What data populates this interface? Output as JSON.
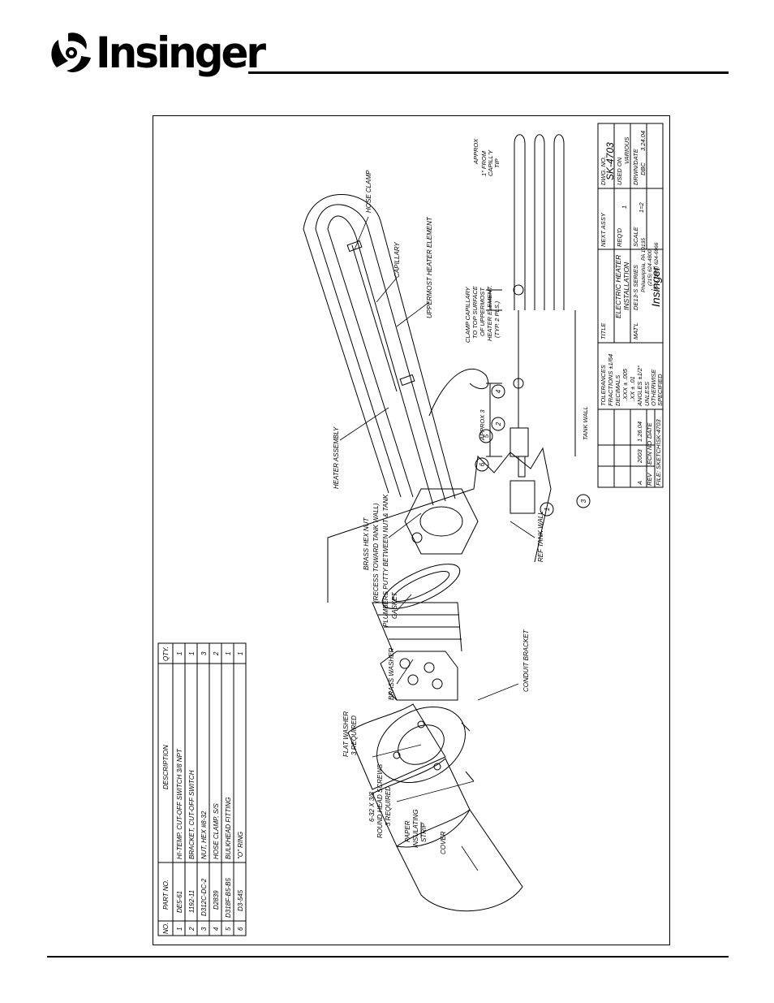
{
  "brand": {
    "name": "Insinger"
  },
  "parts_table": {
    "headers": [
      "NO.",
      "PART NO.",
      "DESCRIPTION",
      "QTY."
    ],
    "rows": [
      [
        "1",
        "DE5-61",
        "HI-TEMP. CUT-OFF SWITCH   3/8 NPT",
        "1"
      ],
      [
        "2",
        "1192-11",
        "BRACKET, CUT-OFF SWITCH",
        "1"
      ],
      [
        "3",
        "D312C-DC-2",
        "NUT, HEX  #8-32",
        "3"
      ],
      [
        "4",
        "D2839",
        "HOSE CLAMP, S/S",
        "2"
      ],
      [
        "5",
        "D318F-B5-B5",
        "BULKHEAD FITTING",
        "1"
      ],
      [
        "6",
        "D3-545",
        "\"O\" RING",
        "1"
      ]
    ]
  },
  "callouts": {
    "hose_clamp": "HOSE CLAMP",
    "capillary": "CAPILLARY",
    "uppermost_heater": "UPPERMOST HEATER ELEMENT",
    "heater_assembly": "HEATER ASSEMBLY",
    "brass_hex_nut_1": "BRASS HEX NUT",
    "brass_hex_nut_2": "(RECESS TOWARD TANK WALL)",
    "brass_hex_nut_3": "PLUMBERS PUTTY BETWEEN NUT & TANK",
    "gasket": "GASKET",
    "brass_washer": "BRASS WASHER",
    "ref_tank_wall": "REF TANK WALL",
    "conduit_bracket": "CONDUIT BRACKET",
    "flat_washer_1": "FLAT WASHER",
    "flat_washer_2": "3 REQUIRED",
    "screws_1": "6-32 X 3/8",
    "screws_2": "ROUND HEAD SCREWS",
    "screws_3": "3 REQUIRED",
    "paper_1": "PAPER",
    "paper_2": "INSULATING",
    "paper_3": "STRIP",
    "cover": "COVER",
    "approx": "APPROX",
    "approx_1in_1": "1\" FROM",
    "approx_1in_2": "CAPILL'Y",
    "approx_1in_3": "TIP",
    "clamp_cap_1": "CLAMP CAPILLARY",
    "clamp_cap_2": "TO TOP SURFACE",
    "clamp_cap_3": "OF UPPERMOST",
    "clamp_cap_4": "HEATER ELEMENT.",
    "clamp_cap_5": "(TYP. 2 PLS.)",
    "approx_3": "APPROX 3",
    "tank_wall": "TANK WALL",
    "balloons": [
      "1",
      "2",
      "3",
      "4",
      "5",
      "6"
    ]
  },
  "title_block": {
    "tolerances": "TOLERANCES",
    "fractions": "FRACTIONS ±1/64",
    "decimals": "DECIMALS",
    "xxx": ".XXX ± .005",
    "xx": ".XX ± .01",
    "angles": "ANGLES ±1/2°",
    "unless": "UNLESS",
    "otherwise": "OTHERWISE",
    "specified": "SPECIFIED",
    "title_label": "TITLE",
    "title_line1": "ELECTRIC HEATER",
    "title_line2": "INSTALLATION",
    "matl_label": "MAT'L",
    "series": "DE13-S SERIES",
    "company": "Insinger",
    "address": "Philadelphia, PA 19135",
    "phone": "(215) 624-4800",
    "fax": "FAX (215) 624-6966",
    "next_assy": "NEXT ASSY",
    "dwg_no_label": "DWG. NO.",
    "dwg_no": "SK-4703",
    "reqd_label": "REQ'D",
    "reqd": "1",
    "used_on": "USED ON",
    "used_on_val": "VARIOUS",
    "scale_label": "SCALE",
    "scale": "1=2",
    "drwn_date": "DRWN/DATE",
    "drwn": "DBC",
    "drwn_dt": "3.24.04",
    "rev_label": "REV",
    "ecn_label": "ECN NO",
    "date_label": "DATE",
    "rev": "A",
    "ecn": "2003",
    "rev_date": "1.26.04",
    "file": "FILE: SKETCH\\SK-4703"
  }
}
